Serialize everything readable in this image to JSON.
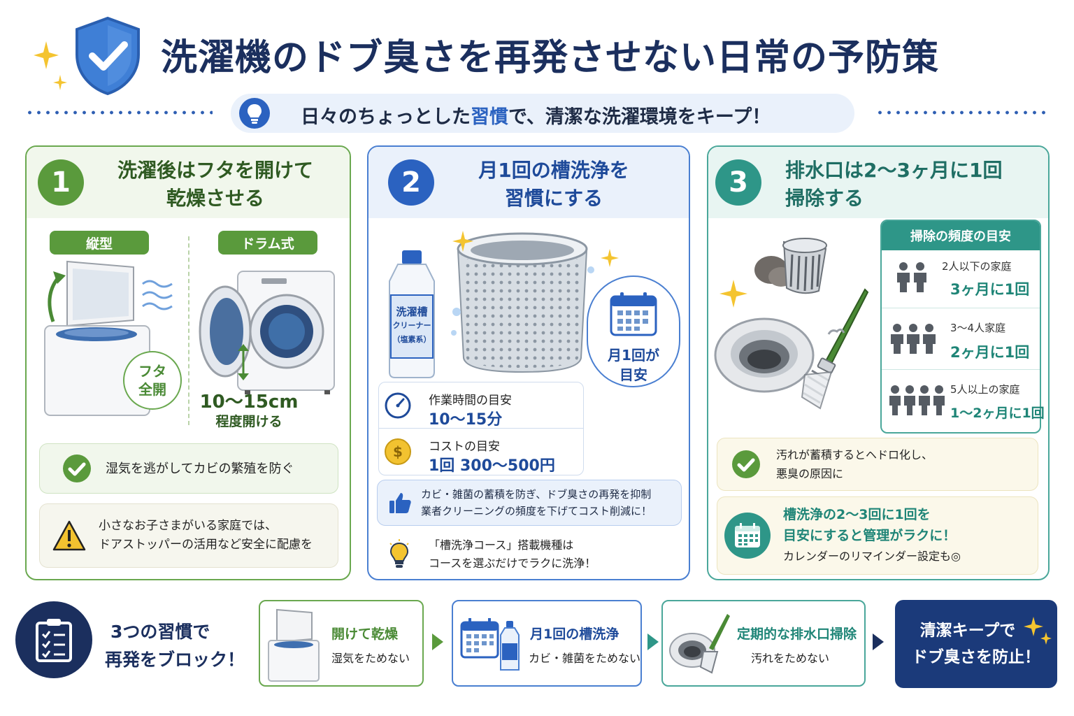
{
  "header": {
    "title": "洗濯機のドブ臭さを再発させない日常の予防策",
    "subtitle_pre": "日々のちょっとした",
    "subtitle_highlight": "習慣",
    "subtitle_post": "で、清潔な洗濯環境をキープ！"
  },
  "card1": {
    "number": "1",
    "title_line1": "洗濯後はフタを開けて",
    "title_line2": "乾燥させる",
    "type_top": "縦型",
    "type_drum": "ドラム式",
    "badge_line1": "フタ",
    "badge_line2": "全開",
    "drum_open_size": "10～15cm",
    "drum_open_label": "程度開ける",
    "benefit": "湿気を逃がしてカビの繁殖を防ぐ",
    "caution_line1": "小さなお子さまがいる家庭では、",
    "caution_line2": "ドアストッパーの活用など安全に配慮を"
  },
  "card2": {
    "number": "2",
    "title_line1": "月1回の槽洗浄を",
    "title_line2": "習慣にする",
    "bottle_line1": "洗濯槽",
    "bottle_line2": "クリーナー",
    "bottle_line3": "（塩素系）",
    "calendar_line1": "月1回が",
    "calendar_line2": "目安",
    "time_label": "作業時間の目安",
    "time_value": "10～15分",
    "cost_label": "コストの目安",
    "cost_value": "1回 300～500円",
    "merit_line1": "カビ・雑菌の蓄積を防ぎ、ドブ臭さの再発を抑制",
    "merit_line2": "業者クリーニングの頻度を下げてコスト削減に！",
    "tip_line1": "「槽洗浄コース」搭載機種は",
    "tip_line2": "コースを選ぶだけでラクに洗浄！"
  },
  "card3": {
    "number": "3",
    "title_line1": "排水口は2～3ヶ月に1回",
    "title_line2": "掃除する",
    "freq_header": "掃除の頻度の目安",
    "freq_rows": [
      {
        "household": "2人以下の家庭",
        "frequency": "3ヶ月に1回"
      },
      {
        "household": "3～4人家庭",
        "frequency": "2ヶ月に1回"
      },
      {
        "household": "5人以上の家庭",
        "frequency": "1～2ヶ月に1回"
      }
    ],
    "warn_line1": "汚れが蓄積するとヘドロ化し、",
    "warn_line2": "悪臭の原因に",
    "tip_line1": "槽洗浄の2～3回に1回を",
    "tip_line2": "目安にすると管理がラクに！",
    "tip_line3": "カレンダーのリマインダー設定も◎"
  },
  "summary": {
    "lead_line1": "3つの習慣で",
    "lead_line2": "再発をブロック！",
    "steps": [
      {
        "title": "開けて乾燥",
        "desc": "湿気をためない"
      },
      {
        "title": "月1回の槽洗浄",
        "desc": "カビ・雑菌をためない"
      },
      {
        "title": "定期的な排水口掃除",
        "desc": "汚れをためない"
      }
    ],
    "goal_line1": "清潔キープで",
    "goal_line2": "ドブ臭さを防止！"
  },
  "colors": {
    "navy": "#1b2f5e",
    "blue": "#2b62c0",
    "green": "#5a9a3c",
    "teal": "#2e9688"
  }
}
